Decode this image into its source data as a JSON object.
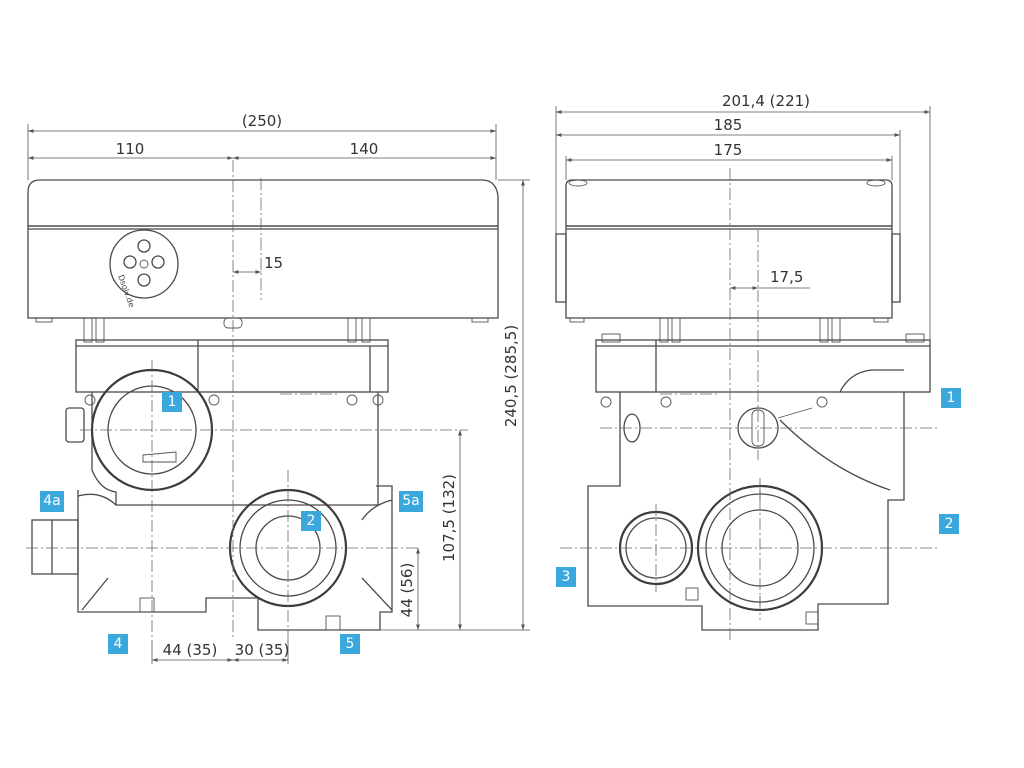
{
  "dimensions": {
    "front": {
      "overall_width": "(250)",
      "left_width": "110",
      "right_width": "140",
      "offset_top": "15",
      "height_total": "240,5 (285,5)",
      "height_mid": "107,5 (132)",
      "height_low": "44 (56)",
      "bottom_left": "44 (35)",
      "bottom_right": "30 (35)"
    },
    "side": {
      "overall_width": "201,4 (221)",
      "width_mid": "185",
      "width_inner": "175",
      "offset": "17,5"
    }
  },
  "ports": {
    "front": [
      "1",
      "2",
      "4a",
      "5a",
      "4",
      "5"
    ],
    "side": [
      "1",
      "2",
      "3"
    ]
  },
  "colors": {
    "tag_fill": "#3aa8dc",
    "line": "#4a4a4a"
  },
  "logo_text": "Dsolv.de"
}
